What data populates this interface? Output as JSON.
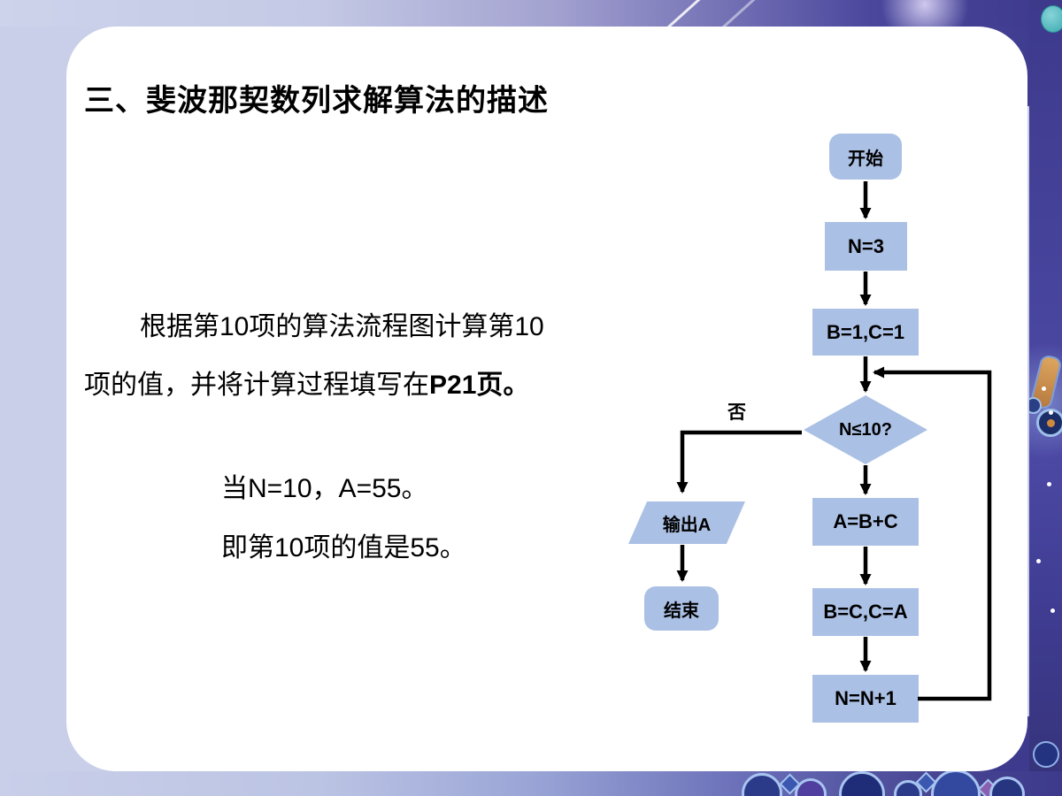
{
  "slide": {
    "title": "三、斐波那契数列求解算法的描述",
    "body": {
      "line1": "根据第10项的算法流程图计算第10",
      "line2_normal": "项的值，并将计算过程填写在",
      "line2_bold": "P21页。",
      "line3": "当N=10，A=55。",
      "line4": "即第10项的值是55。"
    }
  },
  "flowchart": {
    "no_label": "否",
    "nodes": {
      "start": {
        "label": "开始",
        "shape": "rounded"
      },
      "n3": {
        "label": "N=3",
        "shape": "rect"
      },
      "b1c1": {
        "label": "B=1,C=1",
        "shape": "rect"
      },
      "cond": {
        "label": "N≤10?",
        "shape": "diamond"
      },
      "abc": {
        "label": "A=B+C",
        "shape": "rect"
      },
      "bcca": {
        "label": "B=C,C=A",
        "shape": "rect"
      },
      "nn1": {
        "label": "N=N+1",
        "shape": "rect"
      },
      "output": {
        "label": "输出A",
        "shape": "parallelogram"
      },
      "end": {
        "label": "结束",
        "shape": "rounded"
      }
    },
    "edges": [
      {
        "from": "start",
        "to": "n3"
      },
      {
        "from": "n3",
        "to": "b1c1"
      },
      {
        "from": "b1c1",
        "to": "cond"
      },
      {
        "from": "cond",
        "to": "abc"
      },
      {
        "from": "abc",
        "to": "bcca"
      },
      {
        "from": "bcca",
        "to": "nn1"
      },
      {
        "from": "nn1",
        "to": "cond"
      },
      {
        "from": "cond",
        "to": "output",
        "label": "否"
      },
      {
        "from": "output",
        "to": "end"
      }
    ]
  },
  "colors": {
    "node_fill": "#ABC0E5",
    "arrow": "#000000",
    "slide_background": "#FFFFFF",
    "page_lavender": "#C9CFE9",
    "accent_indigo": "#3D3A8C",
    "teal_accent": "#5FC4C9"
  }
}
